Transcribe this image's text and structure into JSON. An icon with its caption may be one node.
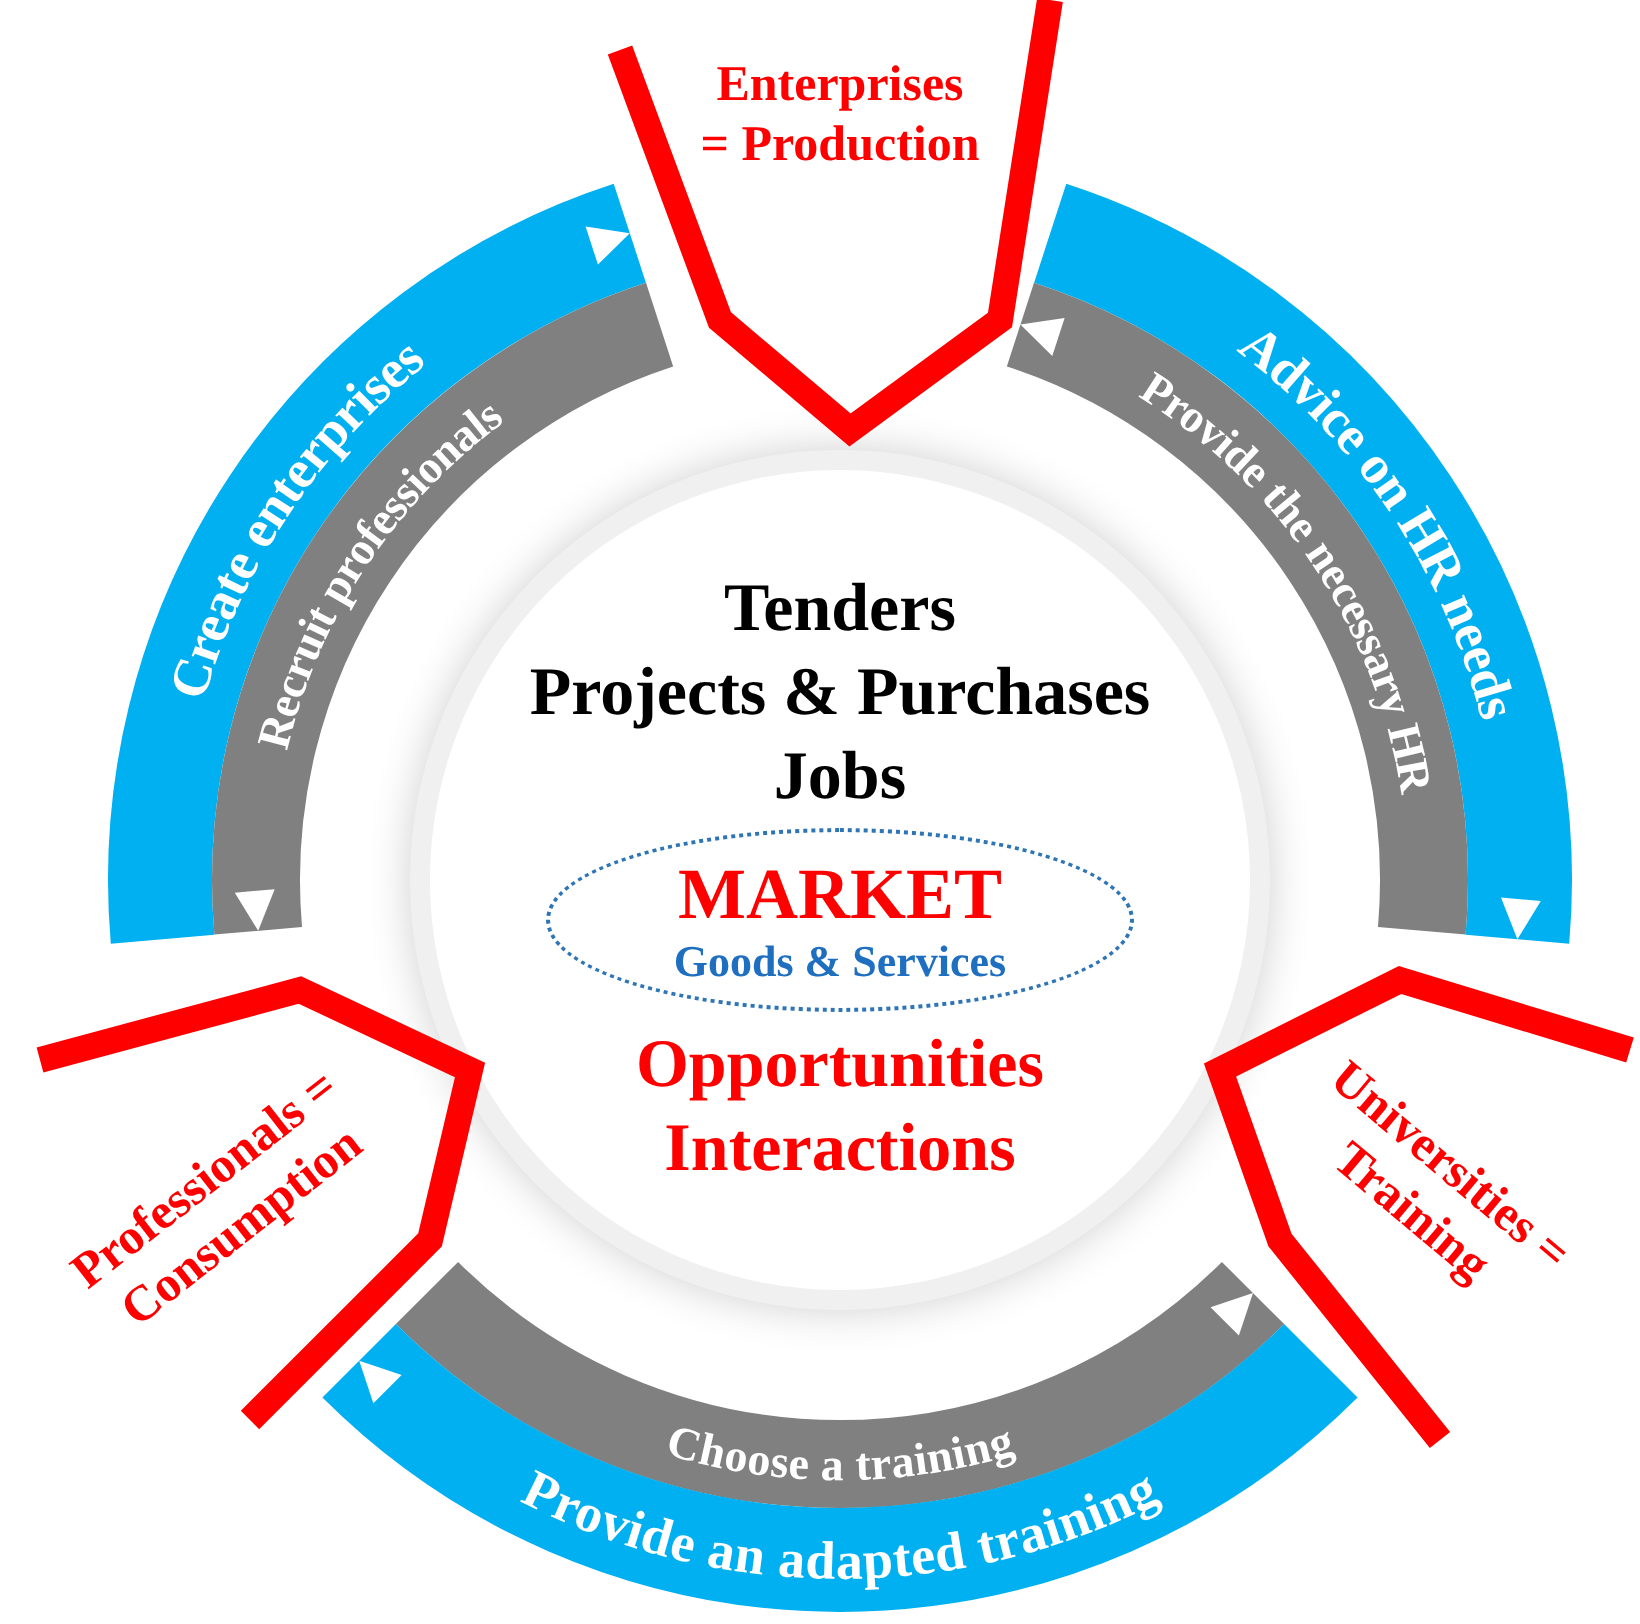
{
  "diagram": {
    "nodes": [
      {
        "text": [
          "Tenders",
          "Projects & Purchases",
          "Jobs",
          "Opportunities",
          "Interactions"
        ]
      },
      {
        "text": [
          "MARKET",
          "Goods & Services"
        ],
        "in": 0
      },
      {
        "text": [
          "Enterprises = Production"
        ]
      },
      {
        "text": [
          "Universities = Training"
        ]
      },
      {
        "text": [
          "Professionals = Consumption"
        ]
      }
    ],
    "edges": [
      {
        "from": 4,
        "to": 2,
        "arrow": "to",
        "label": "Create enterprises",
        "color": "#00b0f0"
      },
      {
        "from": 2,
        "to": 4,
        "arrow": "to",
        "label": "Recruit professionals",
        "color": "#808080"
      },
      {
        "from": 2,
        "to": 3,
        "arrow": "to",
        "label": "Advice on HR needs",
        "color": "#00b0f0"
      },
      {
        "from": 3,
        "to": 2,
        "arrow": "to",
        "label": "Provide the necessary HR",
        "color": "#808080"
      },
      {
        "from": 4,
        "to": 3,
        "arrow": "to",
        "label": "Choose a training",
        "color": "#808080"
      },
      {
        "from": 3,
        "to": 4,
        "arrow": "to",
        "label": "Provide an adapted training",
        "color": "#00b0f0"
      }
    ]
  }
}
